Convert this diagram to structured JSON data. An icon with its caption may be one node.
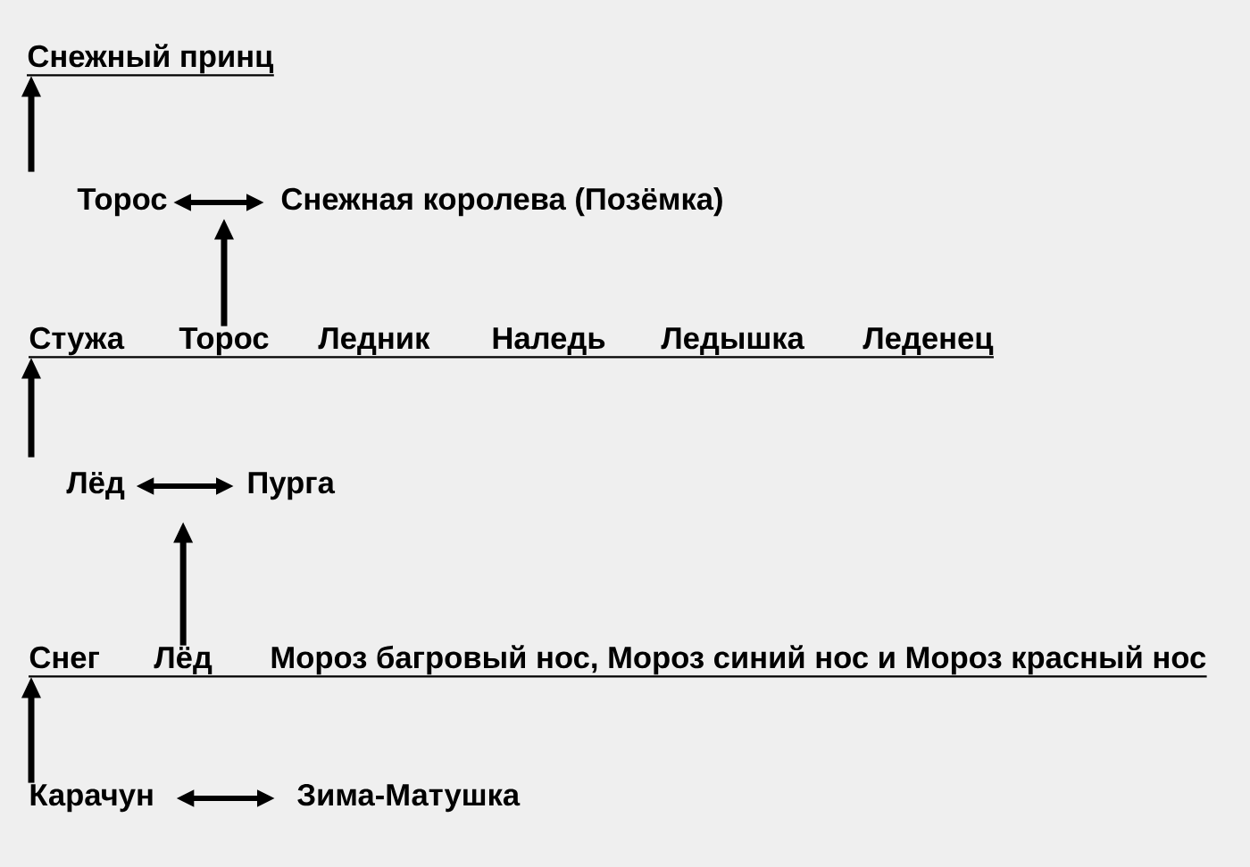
{
  "diagram": {
    "nodes": [
      {
        "text": [
          "Снежный принц"
        ]
      },
      {
        "text": [
          "Торос"
        ]
      },
      {
        "text": [
          "Снежная королева (Позёмка)"
        ]
      },
      {
        "text": [
          "Стужа"
        ]
      },
      {
        "text": [
          "Торос"
        ]
      },
      {
        "text": [
          "Лёд"
        ]
      },
      {
        "text": [
          "Пурга"
        ]
      },
      {
        "text": [
          "Снег"
        ]
      },
      {
        "text": [
          "Лёд"
        ]
      },
      {
        "text": [
          "Карачун"
        ]
      },
      {
        "text": [
          "Зима-Матушка"
        ]
      }
    ],
    "edges": [
      {
        "from": 1,
        "to": 0,
        "arrow": "to"
      },
      {
        "from": 1,
        "to": 2,
        "arrow": "both"
      },
      {
        "from": 4,
        "to": null,
        "arrow": "to"
      },
      {
        "from": 5,
        "to": 3,
        "arrow": "to"
      },
      {
        "from": 5,
        "to": 6,
        "arrow": "both"
      },
      {
        "from": 8,
        "to": null,
        "arrow": "to"
      },
      {
        "from": 9,
        "to": 7,
        "arrow": "to"
      },
      {
        "from": 9,
        "to": 10,
        "arrow": "both"
      }
    ],
    "labels": [
      "Ледник",
      "Наледь",
      "Ледышка",
      "Леденец",
      "Мороз багровый нос, Мороз синий нос и Мороз красный нос"
    ]
  }
}
